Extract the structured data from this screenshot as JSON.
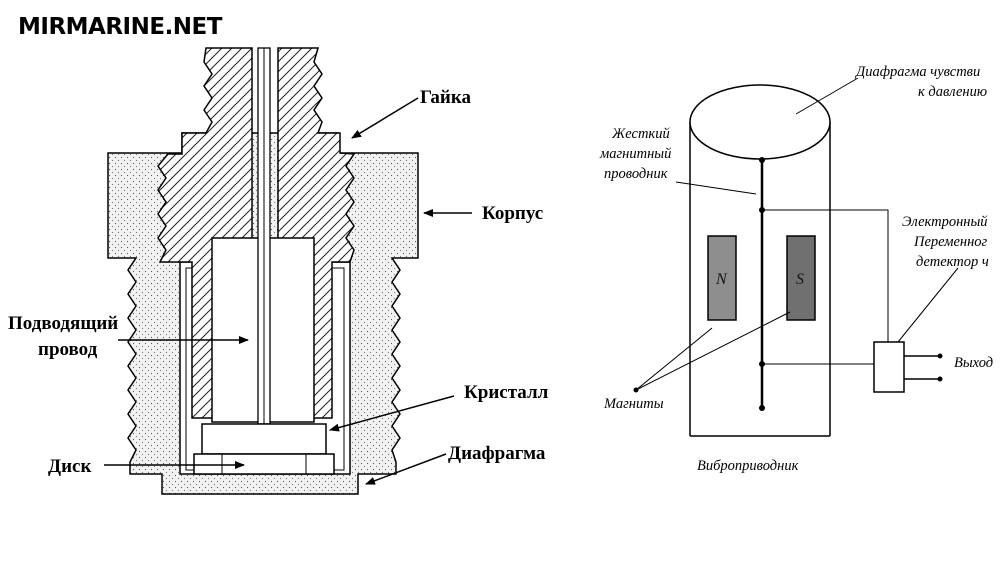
{
  "brand": "MIRMARINE.NET",
  "left_diagram": {
    "labels": {
      "nut": "Гайка",
      "body": "Корпус",
      "lead_wire_1": "Подводящий",
      "lead_wire_2": "провод",
      "crystal": "Кристалл",
      "disk": "Диск",
      "diaphragm": "Диафрагма"
    }
  },
  "right_diagram": {
    "labels": {
      "pressure_diaphragm_1": "Диафрагма чувстви",
      "pressure_diaphragm_2": "к давлению",
      "rigid_conductor_1": "Жесткий",
      "rigid_conductor_2": "магнитный",
      "rigid_conductor_3": "проводник",
      "electronic_1": "Электронный",
      "electronic_2": "Переменног",
      "electronic_3": "детектор ч",
      "output": "Выход",
      "magnets": "Магниты",
      "caption": "Виброприводник",
      "north_pole": "N",
      "south_pole": "S"
    }
  }
}
